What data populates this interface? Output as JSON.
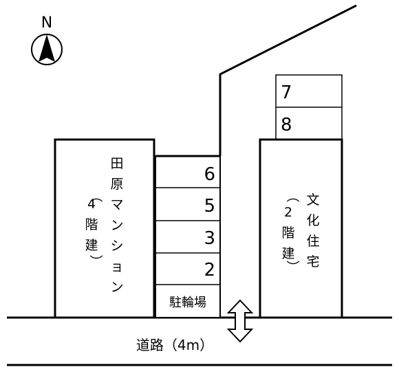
{
  "compass": {
    "label": "N",
    "icon": "north-arrow-icon"
  },
  "buildings": {
    "tahara_mansion": {
      "name_chars": [
        "田",
        "原",
        "マ",
        "ン",
        "シ",
        "ョ",
        "ン"
      ],
      "floors_chars": [
        "（",
        "4",
        "階",
        "建",
        "）"
      ]
    },
    "bunka_jutaku": {
      "name_chars": [
        "文",
        "化",
        "住",
        "宅"
      ],
      "floors_chars": [
        "（",
        "2",
        "階",
        "建",
        "）"
      ]
    }
  },
  "parking_slots": {
    "right_stack": [
      "7",
      "8"
    ],
    "center_stack": [
      "6",
      "5",
      "3",
      "2"
    ]
  },
  "bicycle_parking": "駐輪場",
  "road": {
    "label": "道路（4m）"
  },
  "colors": {
    "line": "#000000",
    "background": "#ffffff"
  }
}
